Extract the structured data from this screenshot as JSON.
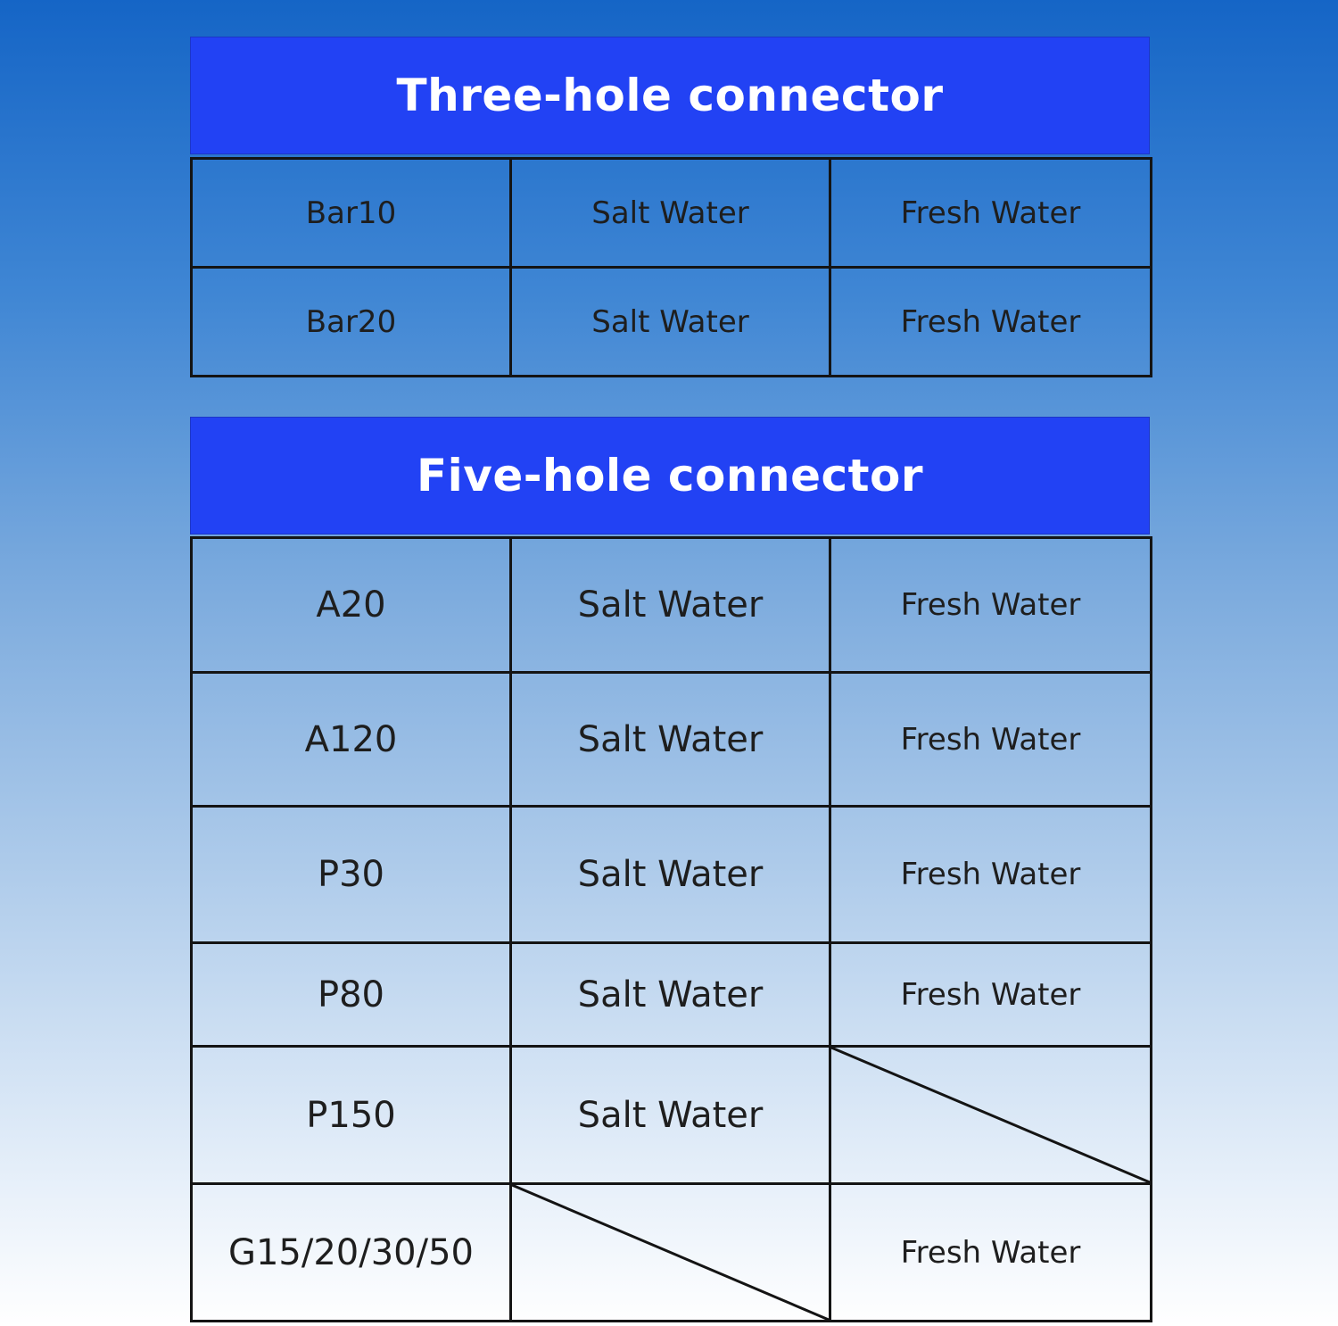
{
  "sections": [
    {
      "title": "Three-hole connector",
      "rows": [
        {
          "model": "Bar10",
          "salt": "Salt Water",
          "fresh": "Fresh Water"
        },
        {
          "model": "Bar20",
          "salt": "Salt Water",
          "fresh": "Fresh Water"
        }
      ]
    },
    {
      "title": "Five-hole connector",
      "rows": [
        {
          "model": "A20",
          "salt": "Salt Water",
          "fresh": "Fresh Water"
        },
        {
          "model": "A120",
          "salt": "Salt Water",
          "fresh": "Fresh Water"
        },
        {
          "model": "P30",
          "salt": "Salt Water",
          "fresh": "Fresh Water"
        },
        {
          "model": "P80",
          "salt": "Salt Water",
          "fresh": "Fresh Water"
        },
        {
          "model": "P150",
          "salt": "Salt Water",
          "fresh": ""
        },
        {
          "model": "G15/20/30/50",
          "salt": "",
          "fresh": "Fresh Water"
        }
      ]
    }
  ],
  "colors": {
    "header_bg": "#2242f4",
    "header_text": "#ffffff",
    "grid_line": "#141414",
    "cell_text": "#1e1e1e"
  }
}
